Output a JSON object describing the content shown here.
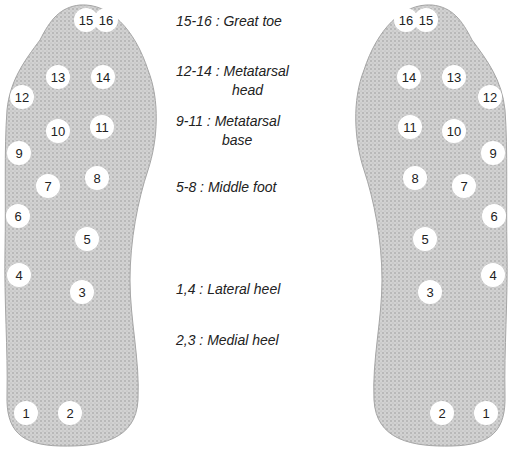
{
  "diagram": {
    "nodes": [
      {
        "text": [
          "15"
        ]
      },
      {
        "text": [
          "16"
        ]
      },
      {
        "text": [
          "13"
        ]
      },
      {
        "text": [
          "14"
        ]
      },
      {
        "text": [
          "12"
        ]
      },
      {
        "text": [
          "10"
        ]
      },
      {
        "text": [
          "11"
        ]
      },
      {
        "text": [
          "9"
        ]
      },
      {
        "text": [
          "7"
        ]
      },
      {
        "text": [
          "8"
        ]
      },
      {
        "text": [
          "6"
        ]
      },
      {
        "text": [
          "5"
        ]
      },
      {
        "text": [
          "4"
        ]
      },
      {
        "text": [
          "3"
        ]
      },
      {
        "text": [
          "1"
        ]
      },
      {
        "text": [
          "2"
        ]
      },
      {
        "text": [
          "16"
        ]
      },
      {
        "text": [
          "15"
        ]
      },
      {
        "text": [
          "14"
        ]
      },
      {
        "text": [
          "13"
        ]
      },
      {
        "text": [
          "12"
        ]
      },
      {
        "text": [
          "11"
        ]
      },
      {
        "text": [
          "10"
        ]
      },
      {
        "text": [
          "9"
        ]
      },
      {
        "text": [
          "8"
        ]
      },
      {
        "text": [
          "7"
        ]
      },
      {
        "text": [
          "6"
        ]
      },
      {
        "text": [
          "5"
        ]
      },
      {
        "text": [
          "4"
        ]
      },
      {
        "text": [
          "3"
        ]
      },
      {
        "text": [
          "2"
        ]
      },
      {
        "text": [
          "1"
        ]
      }
    ],
    "labels": [
      "15-16 : Great toe",
      "12-14 : Metatarsal head",
      "9-11 : Metatarsal base",
      "5-8 : Middle foot",
      "1,4 : Lateral heel",
      "2,3 : Medial heel"
    ]
  }
}
